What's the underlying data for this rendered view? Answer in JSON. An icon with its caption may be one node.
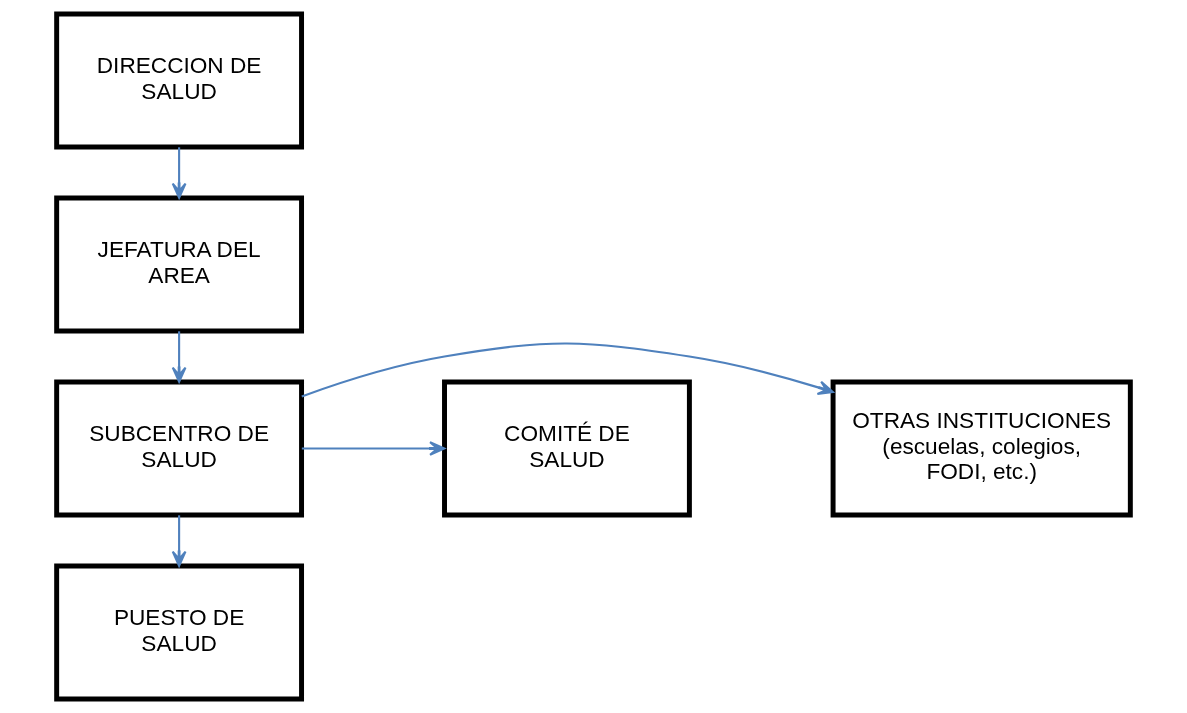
{
  "diagram": {
    "nodes": [
      {
        "text": [
          "DIRECCION DE SALUD"
        ]
      },
      {
        "text": [
          "JEFATURA DEL AREA"
        ]
      },
      {
        "text": [
          "OTRAS INSTITUCIONES (escuelas, colegios, FODI, etc.)"
        ]
      },
      {
        "text": [
          "SUBCENTRO DE SALUD"
        ]
      },
      {
        "text": [
          "COMITÉ DE SALUD"
        ]
      },
      {
        "text": [
          "PUESTO DE SALUD"
        ]
      }
    ],
    "edges": [
      {
        "from": 0,
        "to": 1,
        "arrow": "to"
      },
      {
        "from": 1,
        "to": 3,
        "arrow": "to"
      },
      {
        "from": 3,
        "to": 2,
        "arrow": "to"
      },
      {
        "from": 3,
        "to": 4,
        "arrow": "to"
      },
      {
        "from": 3,
        "to": 5,
        "arrow": "to"
      }
    ]
  }
}
